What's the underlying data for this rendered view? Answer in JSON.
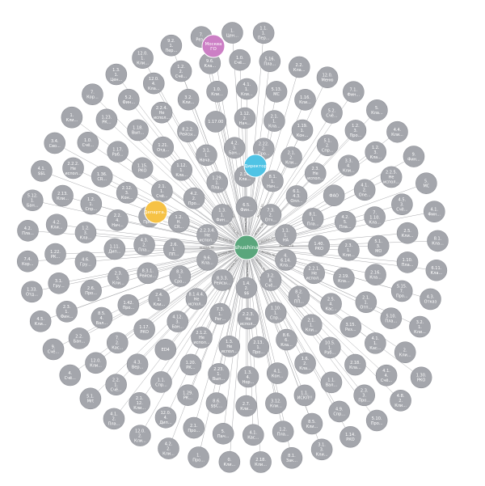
{
  "graph": {
    "center": {
      "label": "shushina"
    },
    "hubs": [
      {
        "label": "Директор",
        "color": "#4fc3e5"
      },
      {
        "label": "Департа...",
        "color": "#f6c245"
      },
      {
        "label": "Москва ГО",
        "color": "#cc7fc5"
      }
    ],
    "relationship_label": "ACCESS_TO",
    "colors": {
      "center": "#5aa67c",
      "node": "#a4a6ac",
      "edge": "#a9aaad"
    },
    "node_labels": [
      [
        "6.5.",
        "Фин..."
      ],
      [
        "7.3.",
        "2.",
        "Отч..."
      ],
      [
        "1.1.",
        "1.",
        "НА"
      ],
      [
        "4.",
        "6.14.",
        "Кла..."
      ],
      [
        "3.2.",
        "8.",
        "Счё..."
      ],
      [
        "1.4.",
        "2.",
        "$$"
      ],
      [
        "8.3.3.",
        "Рейсы..."
      ],
      [
        "9.6.",
        "Кла..."
      ],
      [
        "2.2.3.4.",
        "Не",
        "испол..."
      ],
      [
        "1.3.",
        "1.",
        "Фин..."
      ],
      [
        "8.1.",
        "1.",
        "Нач..."
      ],
      [
        "6.1.",
        "4.3.",
        "Опл..."
      ],
      [
        "8.1.",
        "1.",
        "Пла..."
      ],
      [
        "1.40.",
        "РКО"
      ],
      [
        "2.2.1.",
        "Не",
        "испол..."
      ],
      [
        "8.2.",
        "5.",
        "ПП..."
      ],
      [
        "1.10.",
        "1.",
        "Спр..."
      ],
      [
        "2.2.3.",
        "Не",
        "испол..."
      ],
      [
        "7.3.",
        "1.",
        "Рег..."
      ],
      [
        "8.1.4.4.",
        "Не",
        "испол..."
      ],
      [
        "8.3.",
        "1.",
        "Сро..."
      ],
      [
        "2.6.",
        "1.",
        "ПП..."
      ],
      [
        "1.2.",
        "Н.",
        "CR..."
      ],
      [
        "4.2.",
        "2.",
        "Про..."
      ],
      [
        "1.29.",
        "1.",
        "Пла..."
      ],
      [
        "2.14.",
        "Кла..."
      ],
      [
        "2.3.",
        "Не",
        "испол..."
      ],
      [
        "ФАО"
      ],
      [
        "4.2.",
        "5.",
        "Пла..."
      ],
      [
        "2.3.",
        "1.",
        "Кли..."
      ],
      [
        "2.19.",
        "Кла..."
      ],
      [
        "2.5.",
        "4.",
        "Кас..."
      ],
      [
        "2.1.",
        "1.",
        "Кли..."
      ],
      [
        "8.6.",
        "6.",
        "Кла..."
      ],
      [
        "2.13.",
        "1.",
        "Про..."
      ],
      [
        "1.3.",
        "Не",
        "испол..."
      ],
      [
        "2.1.2.",
        "Не",
        "испол..."
      ],
      [
        "4.12.",
        "3.",
        "Бан..."
      ],
      [
        "2.4.",
        "1.",
        "Кли..."
      ],
      [
        "8.3.1.",
        "Рейсы..."
      ],
      [
        "4.3.",
        "2.",
        "Пла..."
      ],
      [
        "2.6.",
        "3.",
        "Про..."
      ],
      [
        "2.1.",
        "1.",
        "Счё..."
      ],
      [
        "1.12.",
        "1.",
        "Кла..."
      ],
      [
        "3.1.",
        "1.",
        "Нача..."
      ],
      [
        "4.2.",
        "3.",
        "Бан..."
      ],
      [
        "2.22.",
        "2.",
        "Про..."
      ],
      [
        "2.1.",
        "2.",
        "Кли..."
      ],
      [
        "4.1.",
        "2.",
        "One..."
      ],
      [
        "7.",
        "1.10.",
        "Кла..."
      ],
      [
        "5.1.",
        "3.",
        "МО"
      ],
      [
        "2.16.",
        "Кла..."
      ],
      [
        "2.1.",
        "1.",
        "Отп..."
      ],
      [
        "3.15.",
        "Рез..."
      ],
      [
        "10.5.",
        "1.",
        "Раб..."
      ],
      [
        "1.6.",
        "2.",
        "Кла..."
      ],
      [
        "4.1.",
        "Кон..."
      ],
      [
        "1.3.",
        "4.",
        "Нор..."
      ],
      [
        "2.23.",
        "1.",
        "Вып..."
      ],
      [
        "1.20.",
        "РК..."
      ],
      [
        "ED4"
      ],
      [
        "1.17.",
        "РКО"
      ],
      [
        "1.42.",
        "Про..."
      ],
      [
        "2.3.",
        "5.",
        "Кли..."
      ],
      [
        "1.11.",
        "Дип..."
      ],
      [
        "2.2.",
        "4.",
        "Нач..."
      ],
      [
        "2.12.",
        "3.",
        "Кон..."
      ],
      [
        "1.15.",
        "РКО"
      ],
      [
        "1.21.",
        "Отд..."
      ],
      [
        "8.2.2.",
        "Рейсы..."
      ],
      [
        "1.17.00"
      ],
      [
        "1.12.",
        "2.",
        "Нач..."
      ],
      [
        "2.1.",
        "1.",
        "Кла..."
      ],
      [
        "1.19.",
        "1.",
        "Кон..."
      ],
      [
        "5.1.",
        "2.",
        "Спр..."
      ],
      [
        "3.3.",
        "4.",
        "Кли..."
      ],
      [
        "2.5.",
        "Кли..."
      ],
      [
        "1.10.",
        "Пла..."
      ],
      [
        "5.15.",
        "7.",
        "Про..."
      ],
      [
        "5.10.",
        "Пла..."
      ],
      [
        "4.1.",
        "1.",
        "Кас..."
      ],
      [
        "2.18.",
        "Кла..."
      ],
      [
        "1.1.",
        "Вал..."
      ],
      [
        "1.1.",
        "ИСКЛ!!"
      ],
      [
        "3.12.",
        "Кли..."
      ],
      [
        "2.7.",
        "Кли..."
      ],
      [
        "8.6.",
        "$$C..."
      ],
      [
        "1.29.",
        "РК..."
      ],
      [
        "1.1.",
        "Спр..."
      ],
      [
        "4.3.",
        "Вер..."
      ],
      [
        "7.",
        "2.",
        "Кас..."
      ],
      [
        "8.5.",
        "4.",
        "Вал..."
      ],
      [
        "2.6.",
        "Про..."
      ],
      [
        "4.6.",
        "Гру..."
      ],
      [
        "1.2.",
        "3.",
        "Кла..."
      ],
      [
        "1.2.",
        "1.",
        "Спр..."
      ],
      [
        "1.36.",
        "CR..."
      ],
      [
        "1.17.",
        "Раб..."
      ],
      [
        "1.18.",
        "Вып..."
      ],
      [
        "2.2.4.",
        "Не",
        "испол..."
      ],
      [
        "3.2.",
        "Кли..."
      ],
      [
        "1.0.",
        "Кли..."
      ],
      [
        "4.1.",
        "1.",
        "Кли..."
      ],
      [
        "5.13.",
        "МС"
      ],
      [
        "1.16.",
        "Кли..."
      ],
      [
        "5.2.",
        "Счё..."
      ],
      [
        "1.2.",
        "3.",
        "Про..."
      ],
      [
        "1.2.",
        "3.",
        "Кла..."
      ],
      [
        "2.2.5.",
        "Не",
        "испол..."
      ],
      [
        "4.5.",
        "3.",
        "Счё..."
      ],
      [
        "4.3.",
        "Отказ"
      ],
      [
        "3.2.",
        "1.",
        "Кли..."
      ],
      [
        "2.",
        "Кли..."
      ],
      [
        "4.1.",
        "4.",
        "Счё..."
      ],
      [
        "2.3.",
        "3.",
        "Про..."
      ],
      [
        "4.9.",
        "Спр..."
      ],
      [
        "8.5.",
        "Кли..."
      ],
      [
        "1.2.",
        "Пла..."
      ],
      [
        "4.1.",
        "Кас..."
      ],
      [
        "5.",
        "Пач..."
      ],
      [
        "2.1.",
        "Про..."
      ],
      [
        "12.0.",
        "4.",
        "Дип..."
      ],
      [
        "2.1.",
        "12.",
        "Кли..."
      ],
      [
        "2.2.",
        "1.",
        "Счё..."
      ],
      [
        "12.0.",
        "Кли..."
      ],
      [
        "2.2.",
        "Бан..."
      ],
      [
        "2.3.",
        "1.",
        "Фин..."
      ],
      [
        "3.1.",
        "Гру..."
      ],
      [
        "1.22.",
        "РК..."
      ],
      [
        "4.2.",
        "Кли..."
      ],
      [
        "2.13.",
        "Кли..."
      ],
      [
        "2.2.2.",
        "Не",
        "испол..."
      ],
      [
        "1.0.",
        "Счё..."
      ],
      [
        "1.23.",
        "РК..."
      ],
      [
        "5.2.",
        "Фин..."
      ],
      [
        "12.0.",
        "4.",
        "Кла..."
      ],
      [
        "1.2.",
        "2.",
        "Счё..."
      ],
      [
        "9.6.",
        "Кла..."
      ],
      [
        "1.0.",
        "Счё..."
      ],
      [
        "5.16.",
        "Пла..."
      ],
      [
        "2.2.",
        "Кла..."
      ],
      [
        "12.0.",
        "Меню"
      ],
      [
        "7.1.",
        "Фин..."
      ],
      [
        "5.",
        "Кла..."
      ],
      [
        "4.4.",
        "Кли..."
      ],
      [
        "9.",
        "Фин..."
      ],
      [
        "5.",
        "МС"
      ],
      [
        "4.1.",
        "Фин..."
      ],
      [
        "8.1.",
        "Кла..."
      ],
      [
        "6.11.",
        "Кла..."
      ],
      [
        "1.30.",
        "РКО"
      ],
      [
        "4.8.",
        "2.",
        "Кли..."
      ],
      [
        "5.10.",
        "Про..."
      ],
      [
        "1.14.",
        "РКО"
      ],
      [
        "3.1.",
        "3.",
        "Кли..."
      ],
      [
        "8.1.",
        "Зак..."
      ],
      [
        "2.18.",
        "Кли..."
      ],
      [
        "0.",
        "Кли..."
      ],
      [
        "1.",
        "Про..."
      ],
      [
        "4.2.",
        "2.",
        "Кли..."
      ],
      [
        "12.0.",
        "2.",
        "Кли..."
      ],
      [
        "4.1.",
        "2.",
        "Пла..."
      ],
      [
        "5.1.",
        "Mrt"
      ],
      [
        "4.",
        "Счё..."
      ],
      [
        "9.",
        "Счё..."
      ],
      [
        "4.5.",
        "Кли..."
      ],
      [
        "1.33.",
        "Отд..."
      ],
      [
        "7.4.",
        "Кор..."
      ],
      [
        "4.2.",
        "Пла..."
      ],
      [
        "5.12.",
        "1.",
        "Бан..."
      ],
      [
        "4.1.",
        "$$L"
      ],
      [
        "3.4.",
        "Сво..."
      ],
      [
        "1.",
        "Кли..."
      ],
      [
        "7.",
        "Кор..."
      ],
      [
        "1.3.",
        "1.",
        "Цен..."
      ],
      [
        "12.0.",
        "1.",
        "Кли..."
      ],
      [
        "9.2.",
        "1.",
        "Пер..."
      ],
      [
        "7.",
        "Рез..."
      ],
      [
        "1.",
        "Цен..."
      ],
      [
        "1.1.",
        "1.",
        "Пер..."
      ]
    ]
  }
}
